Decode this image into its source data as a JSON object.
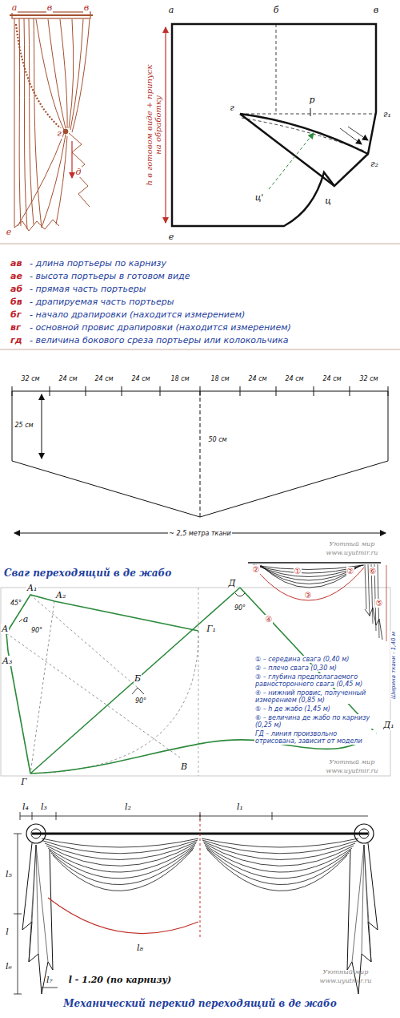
{
  "diagram": {
    "labels": [
      "а",
      "в",
      "в",
      "г",
      "д",
      "е",
      "а",
      "б",
      "в",
      "г",
      "р",
      "г₁",
      "г₂",
      "ц'",
      "ц",
      "е",
      "h в готовом виде + припуск на обработку",
      "ав",
      "- длина портьеры по карнизу",
      "ае",
      "- высота портьеры в готовом виде",
      "аб",
      "- прямая часть портьеры",
      "бв",
      "- драпируемая часть портьеры",
      "бг",
      "- начало драпировки (находится измерением)",
      "вг",
      "- основной провис драпировки (находится измерением)",
      "гд",
      "- величина бокового среза портьеры или колокольчика",
      "32 см",
      "24 см",
      "24 см",
      "24 см",
      "18 см",
      "18 см",
      "24 см",
      "24 см",
      "24 см",
      "32 см",
      "25 см",
      "50 см",
      "~ 2,5 метра ткани",
      "Уютный мир",
      "www.uyutmir.ru",
      "Сваг переходящий в де жабо",
      "45°",
      "А",
      "А₁",
      "А₂",
      "а",
      "90°",
      "А₃",
      "Г₁",
      "Б",
      "90°",
      "В",
      "Г",
      "Д",
      "90°",
      "Д₁",
      "① – середина свага (0,40 м)",
      "② – плечо свага (0,30 м)",
      "③ – глубина предполагаемого равностороннего свага (0,45 м)",
      "④ – нижний провис, полученный измерением (0,85 м)",
      "⑤ – h де жабо (1,45 м)",
      "⑥ – величина де жабо по карнизу (0,25 м)",
      "ГД – линия произвольно отрисована, зависит от модели",
      "②",
      "①",
      "②",
      "⑥",
      "③",
      "④",
      "⑤",
      "Ширина ткани - 1,40 м",
      "Уютный мир",
      "www.uyutmir.ru",
      "l₄",
      "l₃",
      "l₂",
      "l₁",
      "l₅",
      "l",
      "l₆",
      "l₇",
      "l₈",
      "l - 1.20 (по карнизу)",
      "Механический перекид переходящий в де жабо",
      "Уютный мир",
      "www.uyutmir.ru"
    ]
  }
}
